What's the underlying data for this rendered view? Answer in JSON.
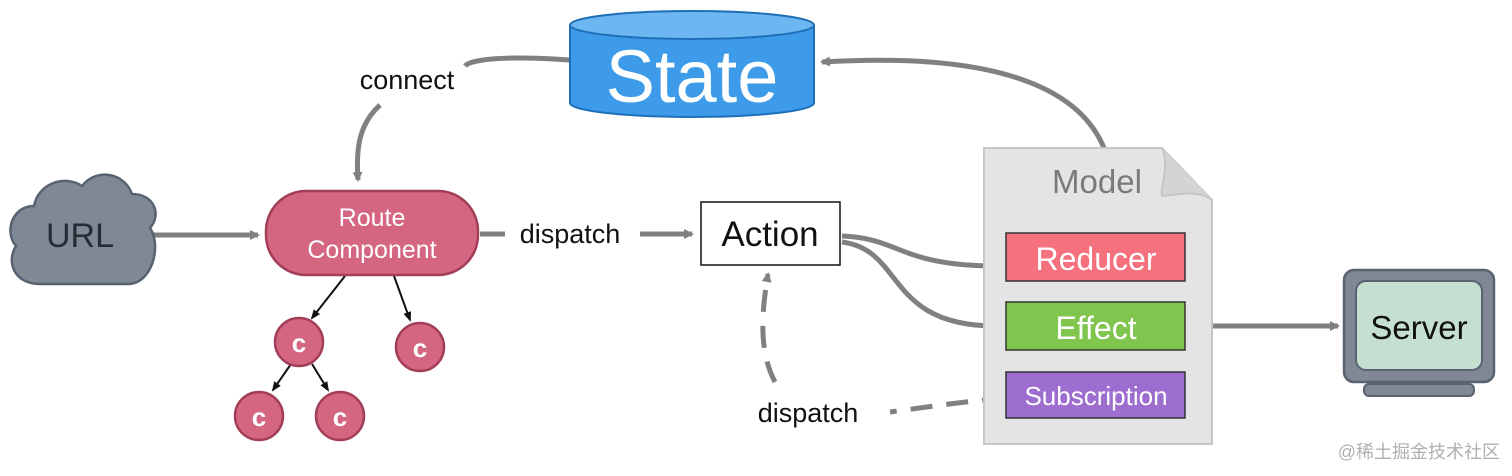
{
  "nodes": {
    "state": "State",
    "url": "URL",
    "route_line1": "Route",
    "route_line2": "Component",
    "action": "Action",
    "model": "Model",
    "reducer": "Reducer",
    "effect": "Effect",
    "subscription": "Subscription",
    "server": "Server",
    "child": "c"
  },
  "edge_labels": {
    "connect": "connect",
    "dispatch_top": "dispatch",
    "dispatch_bottom": "dispatch"
  },
  "watermark": "@稀土掘金技术社区",
  "colors": {
    "state_fill": "#3d9be9",
    "cloud_fill": "#7f8894",
    "route_fill": "#d46681",
    "reducer_fill": "#f4717d",
    "effect_fill": "#80c54e",
    "subscription_fill": "#9d6ecf",
    "server_screen": "#c5dfd0",
    "arrow": "#808080"
  }
}
